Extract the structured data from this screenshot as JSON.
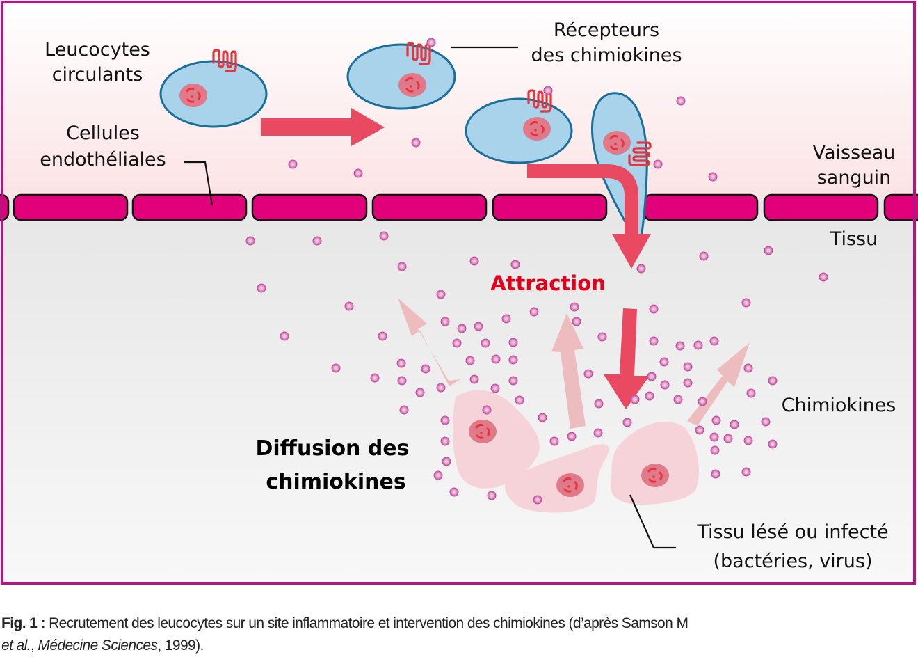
{
  "labels": {
    "leucocytes_line1": "Leucocytes",
    "leucocytes_line2": "circulants",
    "cellules_line1": "Cellules",
    "cellules_line2": "endothéliales",
    "recepteurs_line1": "Récepteurs",
    "recepteurs_line2": "des chimiokines",
    "vaisseau_line1": "Vaisseau",
    "vaisseau_line2": "sanguin",
    "tissu": "Tissu",
    "attraction": "Attraction",
    "chimiokines": "Chimiokines",
    "diffusion_line1": "Diffusion des",
    "diffusion_line2": "chimiokines",
    "tissu_lese_line1": "Tissu lésé ou infecté",
    "tissu_lese_line2": "(bactéries, virus)"
  },
  "caption": {
    "fig_label": "Fig. 1 :",
    "text": " Recrutement des leucocytes sur un site inflammatoire et intervention des chimiokines (d’après Samson M",
    "authors": "et al.",
    "sep": ", ",
    "journal": "Médecine Sciences",
    "year": ", 1999)."
  },
  "colors": {
    "frame": "#b0177f",
    "endothelial": "#e2007a",
    "leukocyte_fill": "#a8d3ea",
    "leukocyte_stroke": "#1a6e98",
    "nucleus": "#e07a8a",
    "receptor": "#e8343c",
    "chemokine": "#c84f9e",
    "migration_arrow": "#e94a62",
    "diffusion_arrow": "#ecbcbf",
    "tissue_cell": "#f6d3d8",
    "attraction_text": "#e2001a"
  }
}
